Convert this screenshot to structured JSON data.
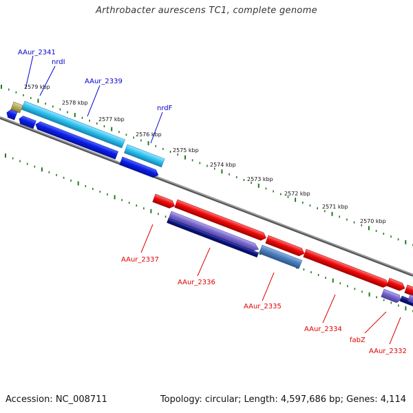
{
  "title": "Arthrobacter aurescens TC1, complete genome",
  "footer": {
    "accession": "Accession: NC_008711",
    "topology": "Topology: circular; Length: 4,597,686 bp; Genes: 4,114"
  },
  "colors": {
    "backbone": "#7a7a7a",
    "tick": "#1f7a1f",
    "forward_label": "#0000cc",
    "reverse_label": "#dd0000",
    "blue": "#0a1ee6",
    "cyan": "#2fc3f0",
    "red": "#ee0a0a",
    "olive": "#b5a95c",
    "navy": "#0c1480",
    "slate": "#4c7fbf",
    "purple": "#7766cc"
  },
  "ticks": [
    "2579 kbp",
    "2578 kbp",
    "2577 kbp",
    "2576 kbp",
    "2575 kbp",
    "2574 kbp",
    "2573 kbp",
    "2572 kbp",
    "2571 kbp",
    "2570 kbp"
  ],
  "gene_labels": {
    "forward": [
      "AAur_2341",
      "nrdI",
      "AAur_2339",
      "nrdF"
    ],
    "reverse": [
      "AAur_2337",
      "AAur_2336",
      "AAur_2335",
      "AAur_2334",
      "fabZ",
      "AAur_2332"
    ]
  },
  "diagram_text": {
    "ticks": [
      "2579 kbp",
      "2578 kbp",
      "2577 kbp",
      "2576 kbp",
      "2575 kbp",
      "2574 kbp",
      "2573 kbp",
      "2572 kbp",
      "2571 kbp",
      "2570 kbp"
    ]
  }
}
